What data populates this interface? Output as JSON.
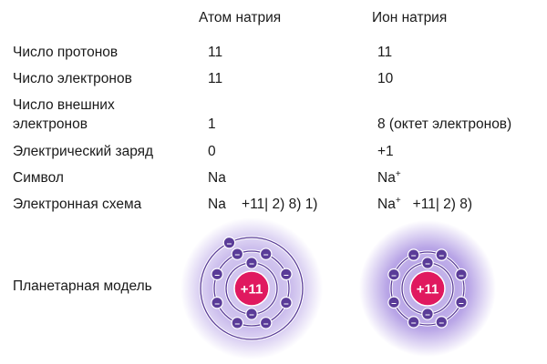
{
  "headers": {
    "atom": "Атом натрия",
    "ion": "Ион натрия"
  },
  "rows": [
    {
      "label": "Число протонов",
      "atom": "11",
      "ion": "11"
    },
    {
      "label": "Число электронов",
      "atom": "11",
      "ion": "10"
    },
    {
      "label": "Число внешних электронов",
      "label_lines": [
        "Число внешних",
        "электронов"
      ],
      "atom": "1",
      "ion": "8 (октет электронов)"
    },
    {
      "label": "Электрический заряд",
      "atom": "0",
      "ion": "+1"
    },
    {
      "label": "Символ",
      "atom": "Na",
      "ion_base": "Na",
      "ion_sup": "+"
    },
    {
      "label": "Электронная схема",
      "atom": "Na    +11| 2) 8) 1)",
      "ion_base": "Na",
      "ion_sup": "+",
      "ion_scheme": "+11| 2) 8)"
    },
    {
      "label": "Планетарная модель"
    }
  ],
  "models": {
    "atom": {
      "nucleus_label": "+11",
      "shells": [
        2,
        8,
        1
      ],
      "electron_label": "–"
    },
    "ion": {
      "nucleus_label": "+11",
      "shells": [
        2,
        8
      ],
      "electron_label": "–"
    }
  },
  "colors": {
    "nucleus": "#e0195f",
    "electron": "#5a3c98",
    "orbit": "#5a3c98",
    "glow": "#8a6ad6",
    "text": "#1a1a1a"
  }
}
